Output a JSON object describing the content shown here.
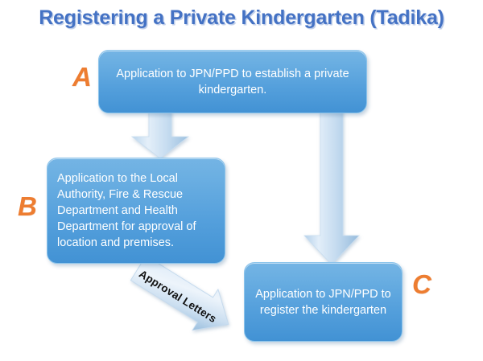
{
  "diagram": {
    "title": "Registering a Private Kindergarten (Tadika)",
    "type": "flowchart",
    "nodes": [
      {
        "id": "A",
        "letter": "A",
        "text": "Application to JPN/PPD to establish a private kindergarten."
      },
      {
        "id": "B",
        "letter": "B",
        "text": "Application to the Local Authority, Fire & Rescue Department and Health Department for approval of location and premises."
      },
      {
        "id": "C",
        "letter": "C",
        "text": "Application to JPN/PPD to register the kindergarten"
      }
    ],
    "connectors": [
      {
        "id": "a-to-b",
        "from": "A",
        "to": "B",
        "label": "",
        "direction": "down"
      },
      {
        "id": "a-to-c",
        "from": "A",
        "to": "C",
        "label": "",
        "direction": "down"
      },
      {
        "id": "b-to-c",
        "from": "B",
        "to": "C",
        "label": "Approval Letters",
        "direction": "diagonal-down-right"
      }
    ],
    "colors": {
      "title": "#4472C4",
      "box_fill_light": "#74B4E4",
      "box_fill_dark": "#4292D4",
      "box_text": "#FFFFFF",
      "letter": "#ED7D31",
      "arrow_light": "#DCE9F6",
      "arrow_dark": "#9EC0DE",
      "label_text": "#111111",
      "background": "#FFFFFF"
    }
  }
}
